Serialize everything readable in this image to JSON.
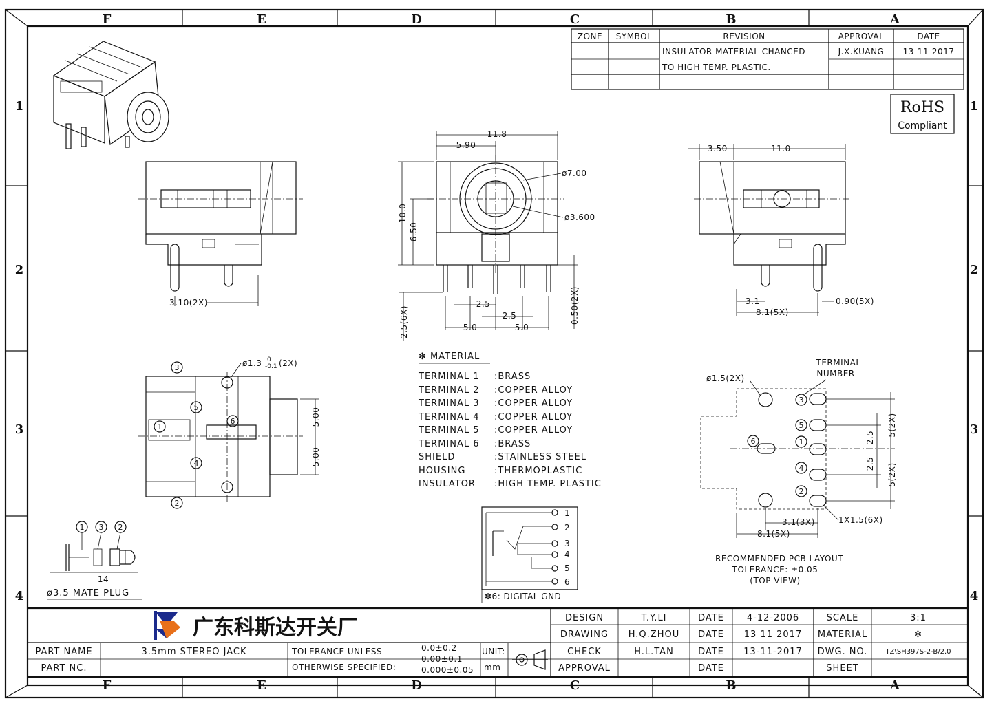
{
  "zones": {
    "columns": [
      "F",
      "E",
      "D",
      "C",
      "B",
      "A"
    ],
    "rows": [
      "1",
      "2",
      "3",
      "4"
    ]
  },
  "revision_table": {
    "headers": [
      "ZONE",
      "SYMBOL",
      "REVISION",
      "APPROVAL",
      "DATE"
    ],
    "revision_line1": "INSULATOR MATERIAL CHANCED",
    "revision_line2": "TO HIGH TEMP. PLASTIC.",
    "approval": "J.X.KUANG",
    "date": "13-11-2017"
  },
  "rohs": {
    "line1": "RoHS",
    "line2": "Compliant"
  },
  "dimensions": {
    "side_left_pitch": "3.10(2X)",
    "front_width": "11.8",
    "front_half": "5.90",
    "front_height": "10.0",
    "front_center_height": "6.50",
    "outer_dia": "ø7.00",
    "inner_dia": "ø3.600",
    "pin_len": "2.5(6X)",
    "pitch_a": "2.5",
    "pitch_b": "2.5",
    "span_left": "5.0",
    "span_right": "5.0",
    "standoff": "0.50(2X)",
    "right_offset": "3.50",
    "right_len": "11.0",
    "right_pitch": "3.1",
    "right_pin_pitch": "8.1(5X)",
    "right_pin_w": "0.90(5X)",
    "bottom_hole": "ø1.3",
    "bottom_hole_tol_top": "0",
    "bottom_hole_tol_bot": "-0.1",
    "bottom_hole_qty": "(2X)",
    "bottom_half_top": "5.00",
    "bottom_half_bot": "5.00",
    "pcb_hole": "ø1.5(2X)",
    "pcb_pitch_a": "2.5",
    "pcb_pitch_b": "2.5",
    "pcb_5_top": "5(2X)",
    "pcb_5_bot": "5(2X)",
    "pcb_31": "3.1(3X)",
    "pcb_81": "8.1(5X)",
    "pcb_slot": "1X1.5(6X)"
  },
  "terminal_labels": [
    "1",
    "2",
    "3",
    "4",
    "5",
    "6"
  ],
  "terminal_header": {
    "line1": "TERMINAL",
    "line2": "NUMBER"
  },
  "pcb_caption": {
    "line1": "RECOMMENDED PCB LAYOUT",
    "line2": "TOLERANCE: ±0.05",
    "line3": "(TOP VIEW)"
  },
  "material": {
    "title": "✻ MATERIAL",
    "rows": [
      {
        "name": "TERMINAL  1",
        "value": ":BRASS"
      },
      {
        "name": "TERMINAL  2",
        "value": ":COPPER  ALLOY"
      },
      {
        "name": "TERMINAL  3",
        "value": ":COPPER  ALLOY"
      },
      {
        "name": "TERMINAL  4",
        "value": ":COPPER  ALLOY"
      },
      {
        "name": "TERMINAL  5",
        "value": ":COPPER  ALLOY"
      },
      {
        "name": "TERMINAL  6",
        "value": ":BRASS"
      },
      {
        "name": "SHIELD",
        "value": ":STAINLESS  STEEL"
      },
      {
        "name": "HOUSING",
        "value": ":THERMOPLASTIC"
      },
      {
        "name": "INSULATOR",
        "value": ":HIGH  TEMP.  PLASTIC"
      }
    ]
  },
  "schematic": {
    "pins": [
      "1",
      "2",
      "3",
      "4",
      "5",
      "6"
    ],
    "note": "✻6: DIGITAL  GND"
  },
  "mate_plug": {
    "label": "ø3.5  MATE  PLUG",
    "length": "14",
    "callouts": [
      "1",
      "3",
      "2"
    ]
  },
  "title_block": {
    "company": "广东科斯达开关厂",
    "design_label": "DESIGN",
    "design_value": "T.Y.LI",
    "drawing_label": "DRAWING",
    "drawing_value": "H.Q.ZHOU",
    "check_label": "CHECK",
    "check_value": "H.L.TAN",
    "approval_label": "APPROVAL",
    "approval_value": "",
    "date_label": "DATE",
    "date1": "4-12-2006",
    "date2": "13  11  2017",
    "date3": "13-11-2017",
    "date4": "",
    "scale_label": "SCALE",
    "scale_value": "3:1",
    "material_label": "MATERIAL",
    "material_value": "✻",
    "dwg_label": "DWG. NO.",
    "dwg_value": "TZ\\SH397S-2-B/2.0",
    "sheet_label": "SHEET",
    "sheet_value": "",
    "part_name_label": "PART NAME",
    "part_name_value": "3.5mm  STEREO  JACK",
    "part_no_label": "PART NC.",
    "part_no_value": "",
    "tolerance_line1": "TOLERANCE  UNLESS",
    "tolerance_line2": "OTHERWISE  SPECIFIED:",
    "tol_1": "0.0±0.2",
    "tol_2": "0.00±0.1",
    "tol_3": "0.000±0.05",
    "unit_label": "UNIT:",
    "unit_value": "mm"
  }
}
